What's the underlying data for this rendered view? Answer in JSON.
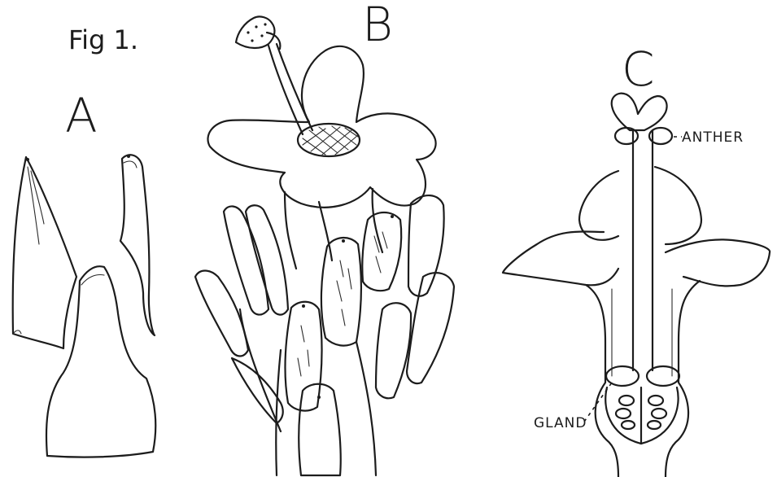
{
  "figure": {
    "title": "Fig 1.",
    "panels": [
      {
        "letter": "A"
      },
      {
        "letter": "B"
      },
      {
        "letter": "C"
      }
    ],
    "callouts": {
      "anther": "ANTHER",
      "gland": "GLAND"
    }
  }
}
